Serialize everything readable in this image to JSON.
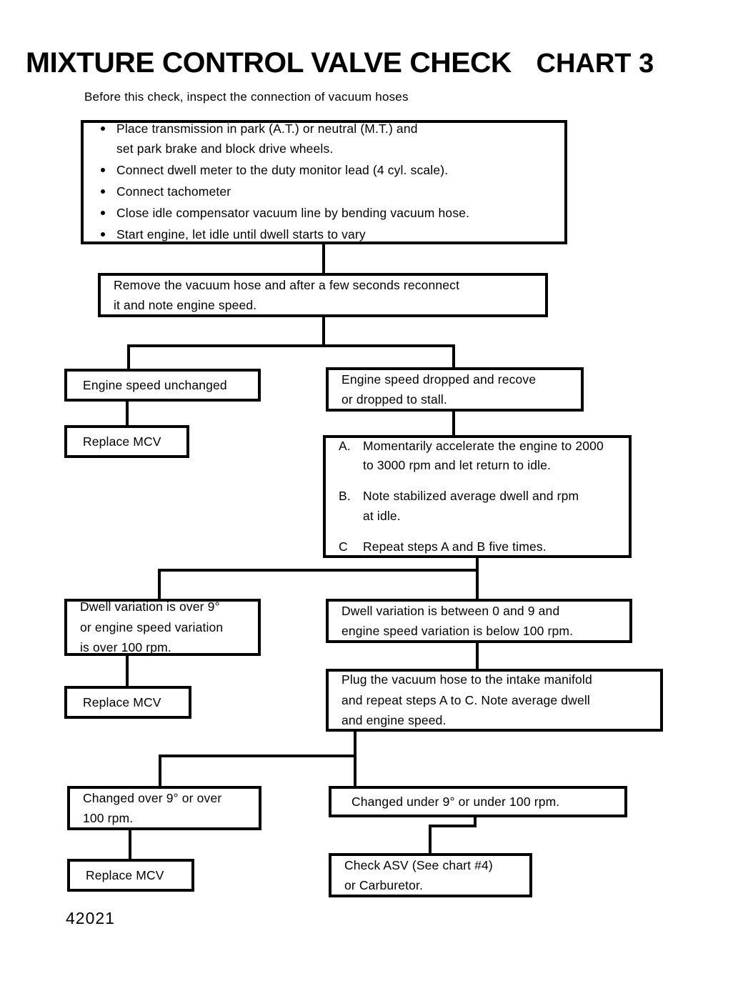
{
  "header": {
    "title_main": "MIXTURE CONTROL VALVE CHECK",
    "title_chart": "CHART 3",
    "subtitle": "Before this check, inspect the connection of vacuum hoses"
  },
  "footer": {
    "code": "42021"
  },
  "chart_data": {
    "type": "diagram",
    "title": "MIXTURE CONTROL VALVE CHECK",
    "subtitle": "Before this check, inspect the connection of vacuum hoses",
    "diagram_kind": "flowchart",
    "nodes": [
      {
        "id": "prep",
        "kind": "process-list",
        "items": [
          "Place transmission in park (A.T.) or neutral (M.T.) and set park brake and block drive wheels.",
          "Connect dwell meter to the duty monitor lead (4 cyl. scale).",
          "Connect tachometer",
          "Close idle compensator vacuum line by bending vacuum hose.",
          "Start engine, let idle until dwell starts to vary"
        ]
      },
      {
        "id": "remove-hose",
        "kind": "process",
        "text": "Remove the vacuum hose and after a few seconds reconnect it and note engine speed."
      },
      {
        "id": "unchanged",
        "kind": "condition",
        "text": "Engine speed unchanged"
      },
      {
        "id": "dropped",
        "kind": "condition",
        "text": "Engine speed dropped and recove or dropped to stall."
      },
      {
        "id": "replace-mcv-1",
        "kind": "terminal",
        "text": "Replace MCV"
      },
      {
        "id": "steps-abc",
        "kind": "process-steps",
        "steps": [
          {
            "letter": "A.",
            "text": "Momentarily accelerate the engine to 2000 to 3000 rpm and let return to idle."
          },
          {
            "letter": "B.",
            "text": "Note stabilized average dwell and rpm at idle."
          },
          {
            "letter": "C",
            "text": "Repeat steps A and B five times."
          }
        ]
      },
      {
        "id": "dwell-over-9",
        "kind": "condition",
        "text": "Dwell variation is over 9° or engine speed variation is over 100 rpm."
      },
      {
        "id": "dwell-0-to-9",
        "kind": "condition",
        "text": "Dwell variation is between 0 and 9  and engine speed variation is below 100 rpm."
      },
      {
        "id": "replace-mcv-2",
        "kind": "terminal",
        "text": "Replace MCV"
      },
      {
        "id": "plug-hose",
        "kind": "process",
        "text": "Plug the vacuum hose to the intake manifold and repeat steps A to C. Note average dwell and engine speed."
      },
      {
        "id": "changed-over",
        "kind": "condition",
        "text": "Changed over 9° or over 100 rpm."
      },
      {
        "id": "changed-under",
        "kind": "condition",
        "text": "Changed under 9° or under 100 rpm."
      },
      {
        "id": "replace-mcv-3",
        "kind": "terminal",
        "text": "Replace MCV"
      },
      {
        "id": "check-asv",
        "kind": "terminal",
        "text": "Check ASV (See chart #4) or Carburetor."
      }
    ],
    "edges": [
      {
        "from": "prep",
        "to": "remove-hose"
      },
      {
        "from": "remove-hose",
        "to": "unchanged"
      },
      {
        "from": "remove-hose",
        "to": "dropped"
      },
      {
        "from": "unchanged",
        "to": "replace-mcv-1"
      },
      {
        "from": "dropped",
        "to": "steps-abc"
      },
      {
        "from": "steps-abc",
        "to": "dwell-over-9"
      },
      {
        "from": "steps-abc",
        "to": "dwell-0-to-9"
      },
      {
        "from": "dwell-over-9",
        "to": "replace-mcv-2"
      },
      {
        "from": "dwell-0-to-9",
        "to": "plug-hose"
      },
      {
        "from": "plug-hose",
        "to": "changed-over"
      },
      {
        "from": "plug-hose",
        "to": "changed-under"
      },
      {
        "from": "changed-over",
        "to": "replace-mcv-3"
      },
      {
        "from": "changed-under",
        "to": "check-asv"
      }
    ],
    "colors": {
      "line": "#000000",
      "background": "#ffffff",
      "text": "#000000"
    }
  },
  "boxes": {
    "prep": {
      "b1_l1": "Place transmission in park (A.T.) or neutral (M.T.) and",
      "b1_l2": "set park brake and block drive wheels.",
      "b2": "Connect dwell meter to the duty monitor lead (4 cyl. scale).",
      "b3": "Connect tachometer",
      "b4": "Close idle compensator vacuum line by bending vacuum hose.",
      "b5": "Start engine, let idle until dwell starts to vary"
    },
    "remove_hose": {
      "l1": "Remove the vacuum hose and after a few seconds reconnect",
      "l2": "it and note engine speed."
    },
    "unchanged": {
      "l1": "Engine speed unchanged"
    },
    "dropped": {
      "l1": "Engine speed dropped and recove",
      "l2": "or dropped to stall."
    },
    "replace_mcv_1": {
      "l1": "Replace MCV"
    },
    "steps_abc": {
      "a_letter": "A.",
      "a_l1": "Momentarily accelerate the engine to 2000",
      "a_l2": "to 3000 rpm and let return to idle.",
      "b_letter": "B.",
      "b_l1": "Note stabilized average dwell and rpm",
      "b_l2": "at idle.",
      "c_letter": "C",
      "c_l1": "Repeat steps A and B five times."
    },
    "dwell_over_9": {
      "l1": "Dwell variation is over 9°",
      "l2": "or engine speed variation",
      "l3": "is over 100 rpm."
    },
    "dwell_0_to_9": {
      "l1": "Dwell variation is between 0 and 9  and",
      "l2": "engine speed variation is below 100 rpm."
    },
    "replace_mcv_2": {
      "l1": "Replace MCV"
    },
    "plug_hose": {
      "l1": "Plug the vacuum hose to the intake manifold",
      "l2": "and repeat steps A to C. Note average dwell",
      "l3": "and engine speed."
    },
    "changed_over": {
      "l1": "Changed over 9° or over",
      "l2": "100 rpm."
    },
    "changed_under": {
      "l1": "Changed under 9° or under 100 rpm."
    },
    "replace_mcv_3": {
      "l1": "Replace MCV"
    },
    "check_asv": {
      "l1": "Check ASV (See chart #4)",
      "l2": "or Carburetor."
    }
  }
}
